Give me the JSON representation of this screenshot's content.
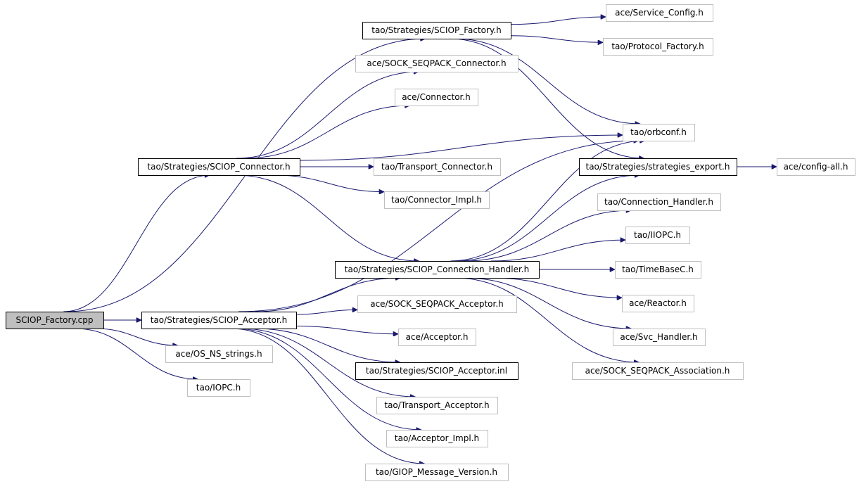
{
  "graph": {
    "colors": {
      "edge": "#191970",
      "root_fill": "#bfbfbf",
      "strong_border": "#000000",
      "light_border": "#bfbfbf",
      "node_fill": "#ffffff"
    },
    "nodes": [
      {
        "id": "root",
        "label": "SCIOP_Factory.cpp",
        "style": "root"
      },
      {
        "id": "sciop_factory_h",
        "label": "tao/Strategies/SCIOP_Factory.h",
        "style": "strong"
      },
      {
        "id": "service_config",
        "label": "ace/Service_Config.h",
        "style": "light"
      },
      {
        "id": "protocol_factory",
        "label": "tao/Protocol_Factory.h",
        "style": "light"
      },
      {
        "id": "sock_seqpack_connector",
        "label": "ace/SOCK_SEQPACK_Connector.h",
        "style": "light"
      },
      {
        "id": "ace_connector",
        "label": "ace/Connector.h",
        "style": "light"
      },
      {
        "id": "orbconf",
        "label": "tao/orbconf.h",
        "style": "light"
      },
      {
        "id": "sciop_connector_h",
        "label": "tao/Strategies/SCIOP_Connector.h",
        "style": "strong"
      },
      {
        "id": "strategies_export",
        "label": "tao/Strategies/strategies_export.h",
        "style": "strong"
      },
      {
        "id": "config_all",
        "label": "ace/config-all.h",
        "style": "light"
      },
      {
        "id": "transport_connector",
        "label": "tao/Transport_Connector.h",
        "style": "light"
      },
      {
        "id": "connector_impl",
        "label": "tao/Connector_Impl.h",
        "style": "light"
      },
      {
        "id": "connection_handler",
        "label": "tao/Connection_Handler.h",
        "style": "light"
      },
      {
        "id": "iiopc",
        "label": "tao/IIOPC.h",
        "style": "light"
      },
      {
        "id": "sciop_conn_handler",
        "label": "tao/Strategies/SCIOP_Connection_Handler.h",
        "style": "strong"
      },
      {
        "id": "timebasec",
        "label": "tao/TimeBaseC.h",
        "style": "light"
      },
      {
        "id": "reactor",
        "label": "ace/Reactor.h",
        "style": "light"
      },
      {
        "id": "sciop_acceptor_h",
        "label": "tao/Strategies/SCIOP_Acceptor.h",
        "style": "strong"
      },
      {
        "id": "sock_seqpack_acceptor",
        "label": "ace/SOCK_SEQPACK_Acceptor.h",
        "style": "light"
      },
      {
        "id": "ace_acceptor",
        "label": "ace/Acceptor.h",
        "style": "light"
      },
      {
        "id": "svc_handler",
        "label": "ace/Svc_Handler.h",
        "style": "light"
      },
      {
        "id": "os_ns_strings",
        "label": "ace/OS_NS_strings.h",
        "style": "light"
      },
      {
        "id": "sciop_acceptor_inl",
        "label": "tao/Strategies/SCIOP_Acceptor.inl",
        "style": "strong"
      },
      {
        "id": "sock_seqpack_association",
        "label": "ace/SOCK_SEQPACK_Association.h",
        "style": "light"
      },
      {
        "id": "iopc",
        "label": "tao/IOPC.h",
        "style": "light"
      },
      {
        "id": "transport_acceptor",
        "label": "tao/Transport_Acceptor.h",
        "style": "light"
      },
      {
        "id": "acceptor_impl",
        "label": "tao/Acceptor_Impl.h",
        "style": "light"
      },
      {
        "id": "giop_message_version",
        "label": "tao/GIOP_Message_Version.h",
        "style": "light"
      }
    ],
    "edges": [
      {
        "from": "root",
        "to": "sciop_factory_h"
      },
      {
        "from": "root",
        "to": "sciop_connector_h"
      },
      {
        "from": "root",
        "to": "sciop_acceptor_h"
      },
      {
        "from": "root",
        "to": "os_ns_strings"
      },
      {
        "from": "root",
        "to": "iopc"
      },
      {
        "from": "sciop_factory_h",
        "to": "service_config"
      },
      {
        "from": "sciop_factory_h",
        "to": "protocol_factory"
      },
      {
        "from": "sciop_factory_h",
        "to": "orbconf"
      },
      {
        "from": "sciop_factory_h",
        "to": "strategies_export"
      },
      {
        "from": "sciop_connector_h",
        "to": "sock_seqpack_connector"
      },
      {
        "from": "sciop_connector_h",
        "to": "ace_connector"
      },
      {
        "from": "sciop_connector_h",
        "to": "orbconf"
      },
      {
        "from": "sciop_connector_h",
        "to": "transport_connector"
      },
      {
        "from": "sciop_connector_h",
        "to": "connector_impl"
      },
      {
        "from": "sciop_connector_h",
        "to": "sciop_conn_handler"
      },
      {
        "from": "strategies_export",
        "to": "config_all"
      },
      {
        "from": "sciop_acceptor_h",
        "to": "orbconf"
      },
      {
        "from": "sciop_acceptor_h",
        "to": "sciop_conn_handler"
      },
      {
        "from": "sciop_acceptor_h",
        "to": "sock_seqpack_acceptor"
      },
      {
        "from": "sciop_acceptor_h",
        "to": "ace_acceptor"
      },
      {
        "from": "sciop_acceptor_h",
        "to": "sciop_acceptor_inl"
      },
      {
        "from": "sciop_acceptor_h",
        "to": "transport_acceptor"
      },
      {
        "from": "sciop_acceptor_h",
        "to": "acceptor_impl"
      },
      {
        "from": "sciop_acceptor_h",
        "to": "giop_message_version"
      },
      {
        "from": "sciop_conn_handler",
        "to": "orbconf"
      },
      {
        "from": "sciop_conn_handler",
        "to": "strategies_export"
      },
      {
        "from": "sciop_conn_handler",
        "to": "connection_handler"
      },
      {
        "from": "sciop_conn_handler",
        "to": "iiopc"
      },
      {
        "from": "sciop_conn_handler",
        "to": "timebasec"
      },
      {
        "from": "sciop_conn_handler",
        "to": "reactor"
      },
      {
        "from": "sciop_conn_handler",
        "to": "svc_handler"
      },
      {
        "from": "sciop_conn_handler",
        "to": "sock_seqpack_association"
      }
    ]
  }
}
